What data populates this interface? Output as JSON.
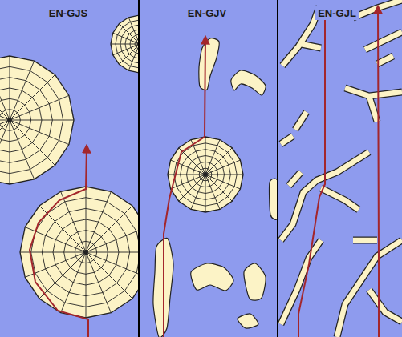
{
  "diagram": {
    "nodes": [
      {
        "text": [
          "EN-GJS"
        ]
      },
      {
        "text": [
          "EN-GJV"
        ]
      },
      {
        "text": [
          "EN-GJL"
        ]
      }
    ]
  }
}
